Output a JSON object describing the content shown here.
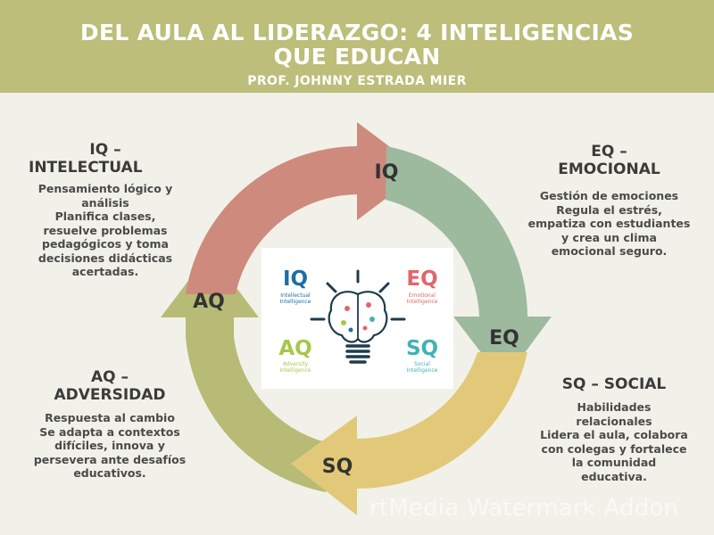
{
  "header": {
    "title_line1": "DEL AULA AL LIDERAZGO: 4 INTELIGENCIAS",
    "title_line2": "QUE EDUCAN",
    "author": "PROF. JOHNNY ESTRADA MIER",
    "background_color": "#bcbe79"
  },
  "cycle": {
    "arrows": [
      {
        "label": "IQ",
        "color": "#cd8a7d"
      },
      {
        "label": "EQ",
        "color": "#9dba9f"
      },
      {
        "label": "SQ",
        "color": "#e2c979"
      },
      {
        "label": "AQ",
        "color": "#b7bb76"
      }
    ]
  },
  "center_image": {
    "iq": {
      "code": "IQ",
      "line1": "Intellectual",
      "line2": "Intelligence",
      "color": "#1d6ea3"
    },
    "eq": {
      "code": "EQ",
      "line1": "Emotional",
      "line2": "Intelligence",
      "color": "#e0666b"
    },
    "aq": {
      "code": "AQ",
      "line1": "Adversity",
      "line2": "Intelligence",
      "color": "#a6c84a"
    },
    "sq": {
      "code": "SQ",
      "line1": "Social",
      "line2": "Intelligence",
      "color": "#3fb3b4"
    },
    "icon": "brain-lightbulb-icon"
  },
  "sections": {
    "iq": {
      "heading_line1": "IQ –",
      "heading_line2": "INTELECTUAL",
      "body": [
        "Pensamiento lógico y",
        "análisis",
        "Planifica clases,",
        "resuelve problemas",
        "pedagógicos y toma",
        "decisiones didácticas",
        "acertadas."
      ]
    },
    "eq": {
      "heading_line1": "EQ –",
      "heading_line2": "EMOCIONAL",
      "body": [
        "Gestión de emociones",
        "Regula el estrés,",
        "empatiza con estudiantes",
        "y crea un clima",
        "emocional seguro."
      ]
    },
    "aq": {
      "heading_line1": "AQ –",
      "heading_line2": "ADVERSIDAD",
      "body": [
        "Respuesta al cambio",
        "Se adapta a contextos",
        "difíciles, innova y",
        "persevera ante desafíos",
        "educativos."
      ]
    },
    "sq": {
      "heading_line1": "SQ – SOCIAL",
      "body": [
        "Habilidades",
        "relacionales",
        "Lidera el aula, colabora",
        "con colegas y fortalece",
        "la comunidad",
        "educativa."
      ]
    }
  },
  "watermark": "rtMedia Watermark Addon"
}
